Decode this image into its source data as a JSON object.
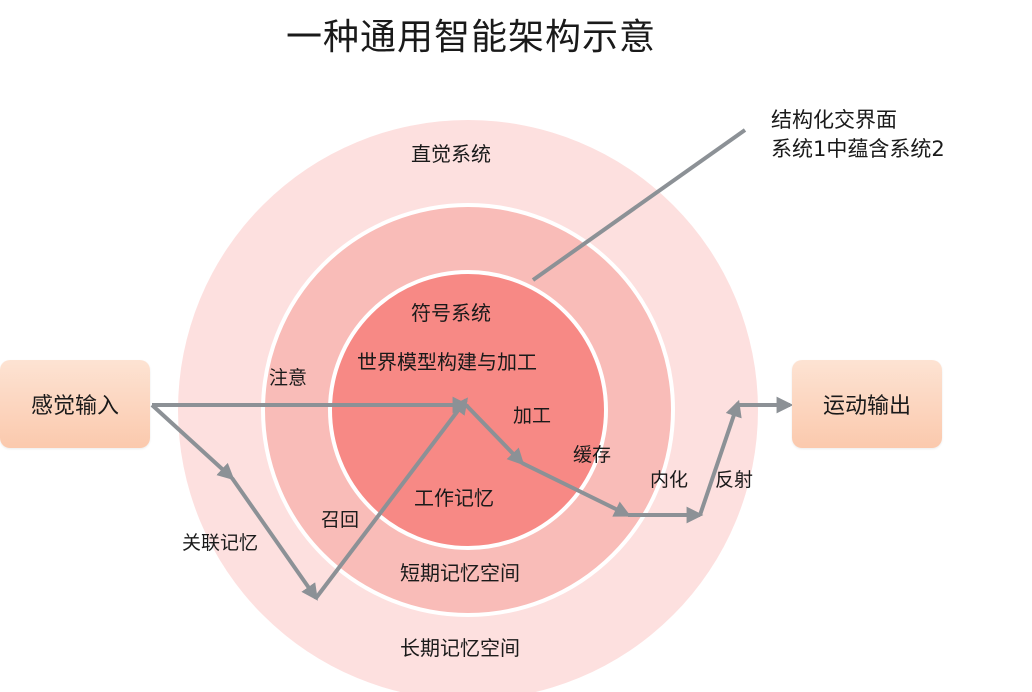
{
  "title": "一种通用智能架构示意",
  "callout": {
    "line1": "结构化交界面",
    "line2": "系统1中蕴含系统2"
  },
  "rings": {
    "outer_top": "直觉系统",
    "outer_bottom": "长期记忆空间",
    "middle_bottom": "短期记忆空间",
    "inner_top": "符号系统",
    "inner_main": "世界模型构建与加工",
    "inner_bottom": "工作记忆"
  },
  "boxes": {
    "input": "感觉输入",
    "output": "运动输出"
  },
  "flow_labels": {
    "attention": "注意",
    "processing": "加工",
    "cache": "缓存",
    "recall": "召回",
    "associative_memory": "关联记忆",
    "internalize": "内化",
    "reflex": "反射"
  },
  "colors": {
    "outer_ring": "#fde0df",
    "middle_ring": "#f9bcb8",
    "inner_circle": "#f78985",
    "ring_border": "#ffffff",
    "arrow": "#8c9196",
    "box_fill": "#fcd6c0"
  }
}
